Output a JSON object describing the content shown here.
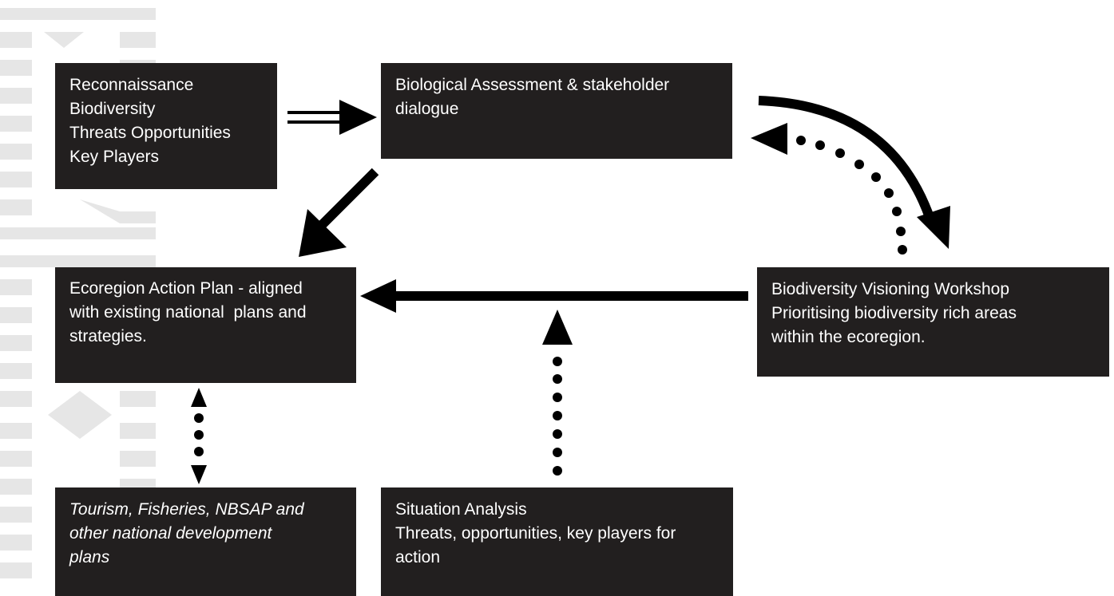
{
  "boxes": {
    "reconnaissance": {
      "lines": [
        "Reconnaissance",
        "Biodiversity",
        "Threats Opportunities",
        "Key Players"
      ]
    },
    "bio_assessment": {
      "lines": [
        "Biological Assessment & stakeholder",
        "dialogue"
      ]
    },
    "action_plan": {
      "lines": [
        "Ecoregion Action Plan - aligned",
        "with existing national  plans and",
        "strategies."
      ]
    },
    "visioning": {
      "lines": [
        "Biodiversity Visioning Workshop",
        "Prioritising biodiversity rich areas",
        "within the ecoregion."
      ]
    },
    "tourism": {
      "lines": [
        "Tourism, Fisheries, NBSAP and",
        "other national development",
        "plans"
      ]
    },
    "situation": {
      "lines": [
        "Situation Analysis",
        "Threats, opportunities, key players for",
        "action"
      ]
    }
  },
  "colors": {
    "box_fill": "#221f1f",
    "box_text": "#ffffff",
    "arrow": "#000000",
    "background_pattern": "#e6e6e6"
  }
}
